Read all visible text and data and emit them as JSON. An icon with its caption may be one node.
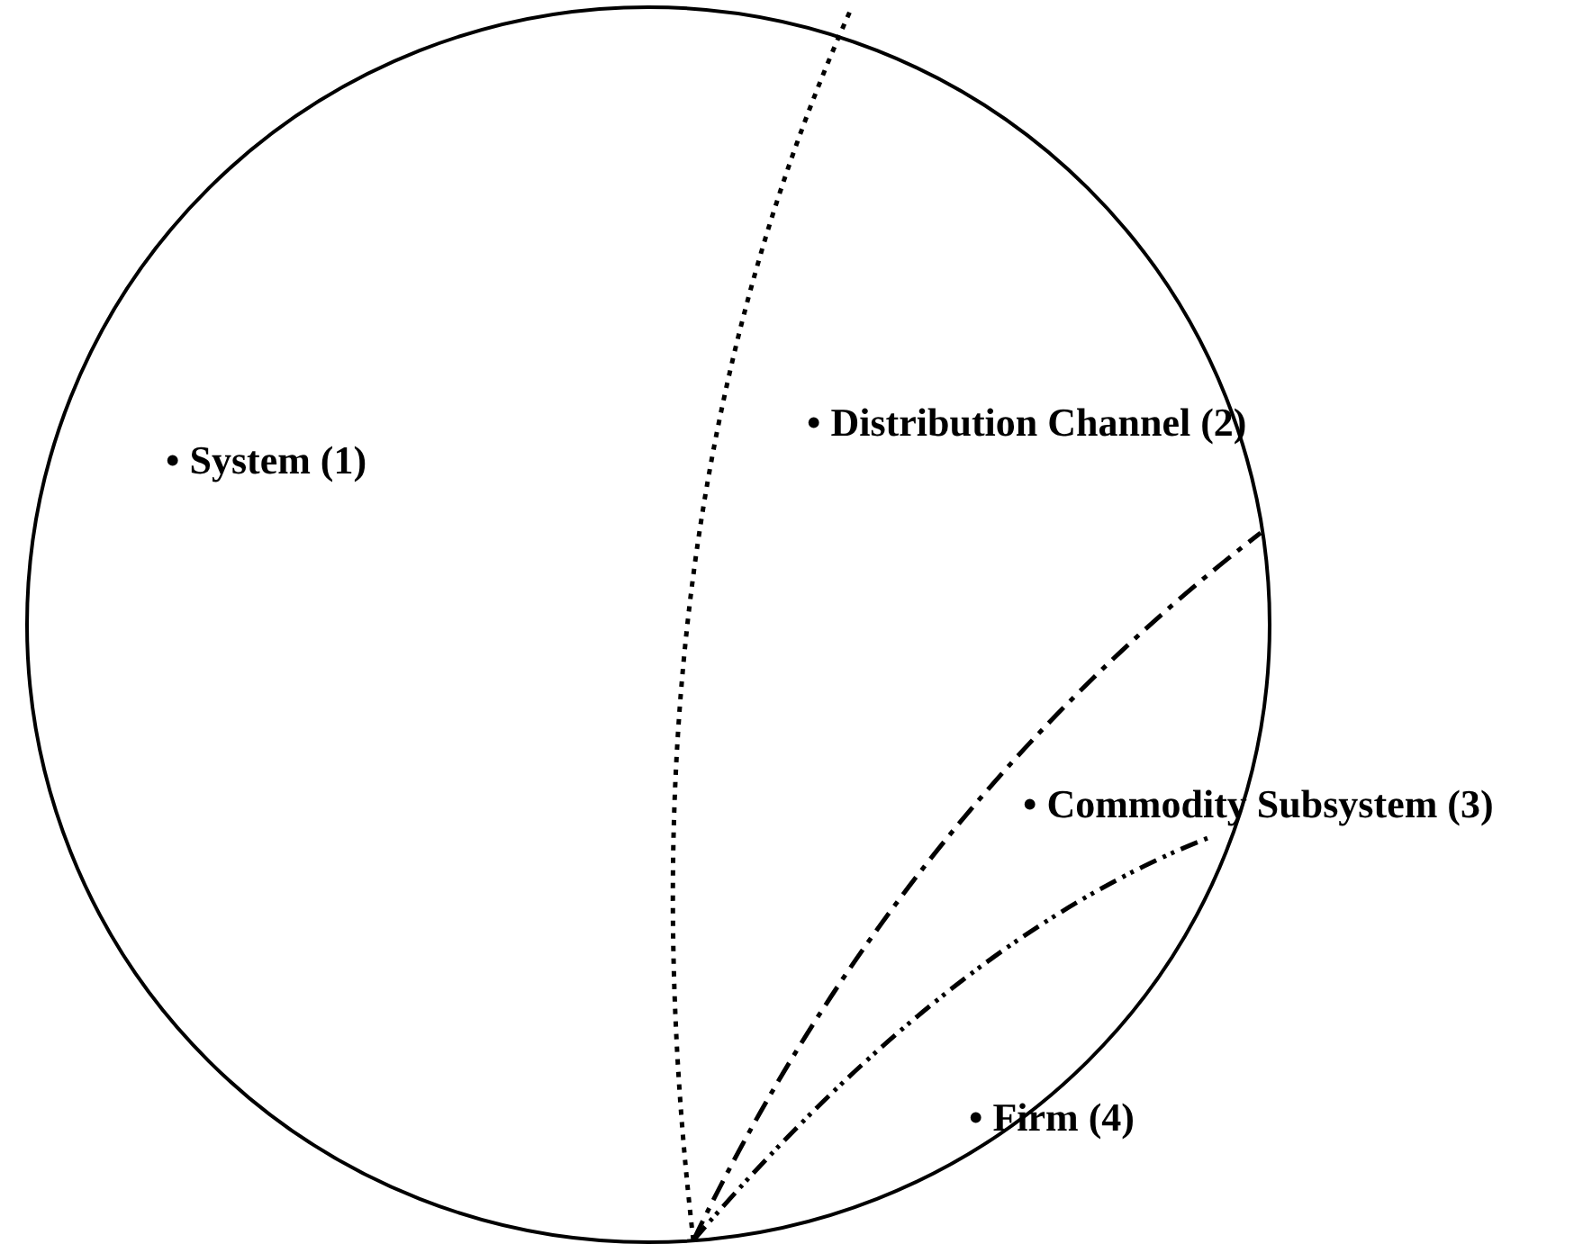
{
  "diagram": {
    "nodes": [
      {
        "text": [
          "• System (1)",
          "• Distribution Channel (2)",
          "• Commodity Subsystem (3)",
          "• Firm (4)"
        ]
      }
    ]
  }
}
